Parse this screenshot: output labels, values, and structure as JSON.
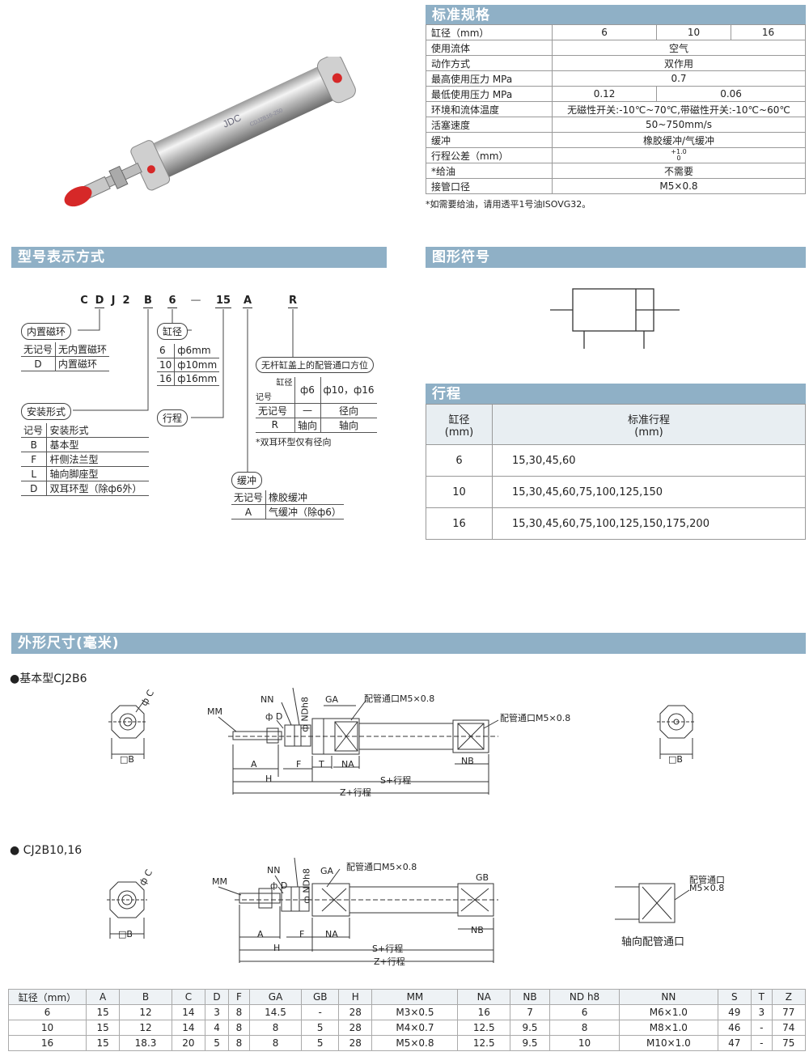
{
  "spec": {
    "title": "标准规格",
    "rows": [
      {
        "label": "缸径（mm）",
        "cells": [
          "6",
          "10",
          "16"
        ]
      },
      {
        "label": "使用流体",
        "value": "空气"
      },
      {
        "label": "动作方式",
        "value": "双作用"
      },
      {
        "label": "最高使用压力 MPa",
        "value": "0.7"
      },
      {
        "label": "最低使用压力 MPa",
        "cells": [
          "0.12",
          "0.06"
        ]
      },
      {
        "label": "环境和流体温度",
        "value": "无磁性开关:-10℃~70℃,带磁性开关:-10℃~60℃"
      },
      {
        "label": "活塞速度",
        "value": "50~750mm/s"
      },
      {
        "label": "缓冲",
        "value": "橡胶缓冲/气缓冲"
      },
      {
        "label": "行程公差（mm）",
        "tol_upper": "+1.0",
        "tol_lower": "0"
      },
      {
        "label": "*给油",
        "value": "不需要"
      },
      {
        "label": "接管口径",
        "value": "M5×0.8"
      }
    ],
    "note": "*如需要给油，请用透平1号油ISOVG32。"
  },
  "model": {
    "title": "型号表示方式",
    "code": [
      "C",
      "D",
      "J",
      "2",
      "B",
      "6",
      "—",
      "15",
      "A",
      "R"
    ],
    "magnet": {
      "label": "内置磁环",
      "rows": [
        [
          "无记号",
          "无内置磁环"
        ],
        [
          "D",
          "内置磁环"
        ]
      ]
    },
    "bore": {
      "label": "缸径",
      "rows": [
        [
          "6",
          "ф6mm"
        ],
        [
          "10",
          "ф10mm"
        ],
        [
          "16",
          "ф16mm"
        ]
      ]
    },
    "mount": {
      "label": "安装形式",
      "rows": [
        [
          "记号",
          "安装形式"
        ],
        [
          "B",
          "基本型"
        ],
        [
          "F",
          "杆侧法兰型"
        ],
        [
          "L",
          "轴向脚座型"
        ],
        [
          "D",
          "双耳环型（除ф6外）"
        ]
      ]
    },
    "stroke_label": "行程",
    "port": {
      "label": "无杆缸盖上的配管通口方位",
      "head_bore": "缸径",
      "head_mark": "记号",
      "cols": [
        "ф6",
        "ф10，ф16"
      ],
      "rows": [
        [
          "无记号",
          "—",
          "径向"
        ],
        [
          "R",
          "轴向",
          "轴向"
        ]
      ],
      "note": "*双耳环型仅有径向"
    },
    "cushion": {
      "label": "缓冲",
      "rows": [
        [
          "无记号",
          "橡胶缓冲"
        ],
        [
          "A",
          "气缓冲（除ф6）"
        ]
      ]
    }
  },
  "symbol": {
    "title": "图形符号"
  },
  "stroke": {
    "title": "行程",
    "header": [
      "缸径",
      "(mm)",
      "标准行程",
      "(mm)"
    ],
    "rows": [
      [
        "6",
        "15,30,45,60"
      ],
      [
        "10",
        "15,30,45,60,75,100,125,150"
      ],
      [
        "16",
        "15,30,45,60,75,100,125,150,175,200"
      ]
    ]
  },
  "dims": {
    "title": "外形尺寸(毫米)",
    "basic_label": "●基本型CJ2B6",
    "b1016_label": "● CJ2B10,16",
    "labels": {
      "phiC": "ф C",
      "boxB": "□B",
      "MM": "MM",
      "NN": "NN",
      "phiD": "ф D",
      "NDh8": "ф NDh8",
      "GA": "GA",
      "GB": "GB",
      "A": "A",
      "F": "F",
      "T": "T",
      "NA": "NA",
      "NB": "NB",
      "H": "H",
      "S": "S+行程",
      "Z": "Z+行程",
      "port": "配管通口M5×0.8",
      "port2": "配管通口",
      "port2b": "M5×0.8",
      "axial": "轴向配管通口"
    },
    "table": {
      "headers": [
        "缸径（mm）",
        "A",
        "B",
        "C",
        "D",
        "F",
        "GA",
        "GB",
        "H",
        "MM",
        "NA",
        "NB",
        "ND h8",
        "NN",
        "S",
        "T",
        "Z"
      ],
      "rows": [
        [
          "6",
          "15",
          "12",
          "14",
          "3",
          "8",
          "14.5",
          "-",
          "28",
          "M3×0.5",
          "16",
          "7",
          "6",
          "M6×1.0",
          "49",
          "3",
          "77"
        ],
        [
          "10",
          "15",
          "12",
          "14",
          "4",
          "8",
          "8",
          "5",
          "28",
          "M4×0.7",
          "12.5",
          "9.5",
          "8",
          "M8×1.0",
          "46",
          "-",
          "74"
        ],
        [
          "16",
          "15",
          "18.3",
          "20",
          "5",
          "8",
          "8",
          "5",
          "28",
          "M5×0.8",
          "12.5",
          "9.5",
          "10",
          "M10×1.0",
          "47",
          "-",
          "75"
        ]
      ]
    }
  },
  "photo": {
    "brand": "JDC",
    "model_print": "CDJ2B16-250"
  },
  "colors": {
    "bar": "#8fb0c6",
    "accent_red": "#d62828"
  }
}
